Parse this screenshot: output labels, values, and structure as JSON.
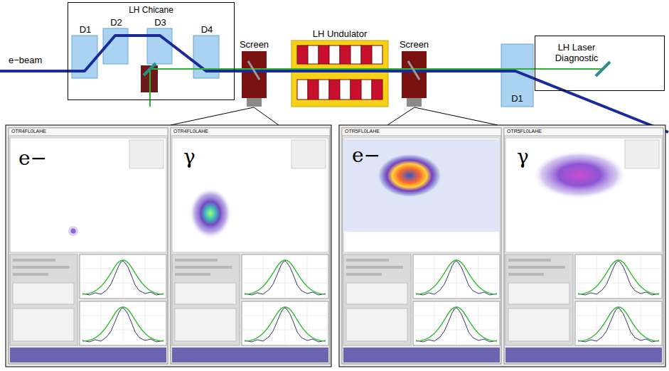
{
  "diagram": {
    "nodes": [
      {
        "text": [
          "LH Chicane"
        ]
      },
      {
        "text": [
          "D1"
        ],
        "in": 0
      },
      {
        "text": [
          "D2"
        ],
        "in": 0
      },
      {
        "text": [
          "D3"
        ],
        "in": 0
      },
      {
        "text": [
          "D4"
        ],
        "in": 0
      },
      {
        "text": [
          "Screen"
        ]
      },
      {
        "text": [
          "LH Undulator"
        ]
      },
      {
        "text": [
          "Screen"
        ]
      },
      {
        "text": [
          "LH Laser Diagnostic"
        ]
      },
      {
        "text": [
          "D1"
        ]
      }
    ],
    "labels": [
      "e−beam",
      "OTR4FL0LAHE",
      "OTR4FL0LAHE",
      "e−",
      "γ",
      "OTR5FL0LAHE",
      "OTR5FL0LAHE",
      "e−",
      "γ"
    ]
  }
}
